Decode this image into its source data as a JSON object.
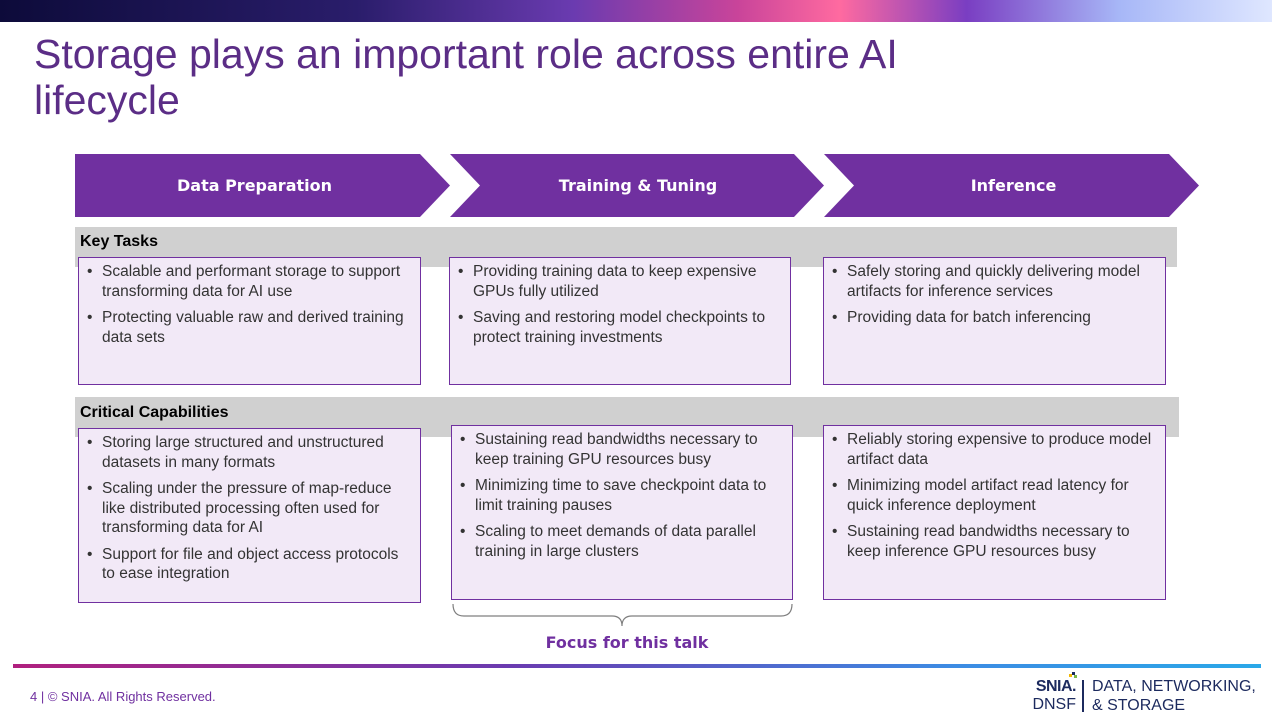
{
  "slide": {
    "title": "Storage plays an important role across entire AI lifecycle",
    "title_line1": "Storage plays an important role across entire AI",
    "title_line2": "lifecycle"
  },
  "stages": [
    {
      "label": "Data Preparation"
    },
    {
      "label": "Training & Tuning"
    },
    {
      "label": "Inference"
    }
  ],
  "sections": {
    "key_tasks": {
      "label": "Key Tasks",
      "columns": [
        [
          "Scalable and performant storage to support transforming data for AI use",
          "Protecting valuable raw and derived training data sets"
        ],
        [
          "Providing training data to keep expensive GPUs fully utilized",
          "Saving and restoring model checkpoints to protect training investments"
        ],
        [
          "Safely storing and quickly delivering model artifacts for inference services",
          "Providing data for batch inferencing"
        ]
      ]
    },
    "critical_capabilities": {
      "label": "Critical Capabilities",
      "columns": [
        [
          "Storing large structured and unstructured datasets in many formats",
          "Scaling under the pressure of map-reduce like distributed processing often used for transforming data for AI",
          "Support for file and object access protocols to ease integration"
        ],
        [
          "Sustaining read bandwidths necessary to keep training GPU resources busy",
          "Minimizing time to save checkpoint data to limit training pauses",
          "Scaling to meet demands of data parallel training in large clusters"
        ],
        [
          "Reliably storing expensive to produce model artifact data",
          "Minimizing model artifact read latency for quick inference deployment",
          "Sustaining read bandwidths necessary to keep inference GPU resources busy"
        ]
      ]
    }
  },
  "focus_label": "Focus for this talk",
  "footer": {
    "text": "4 | © SNIA. All Rights Reserved.",
    "logo": {
      "snia": "SNIA.",
      "dnsf": "DNSF",
      "tagline_line1": "DATA, NETWORKING,",
      "tagline_line2": "& STORAGE"
    }
  },
  "colors": {
    "accent_purple": "#7030a0",
    "title_purple": "#5b2d86",
    "box_fill": "#f2e9f7",
    "band_gray": "#d0d0d0"
  }
}
